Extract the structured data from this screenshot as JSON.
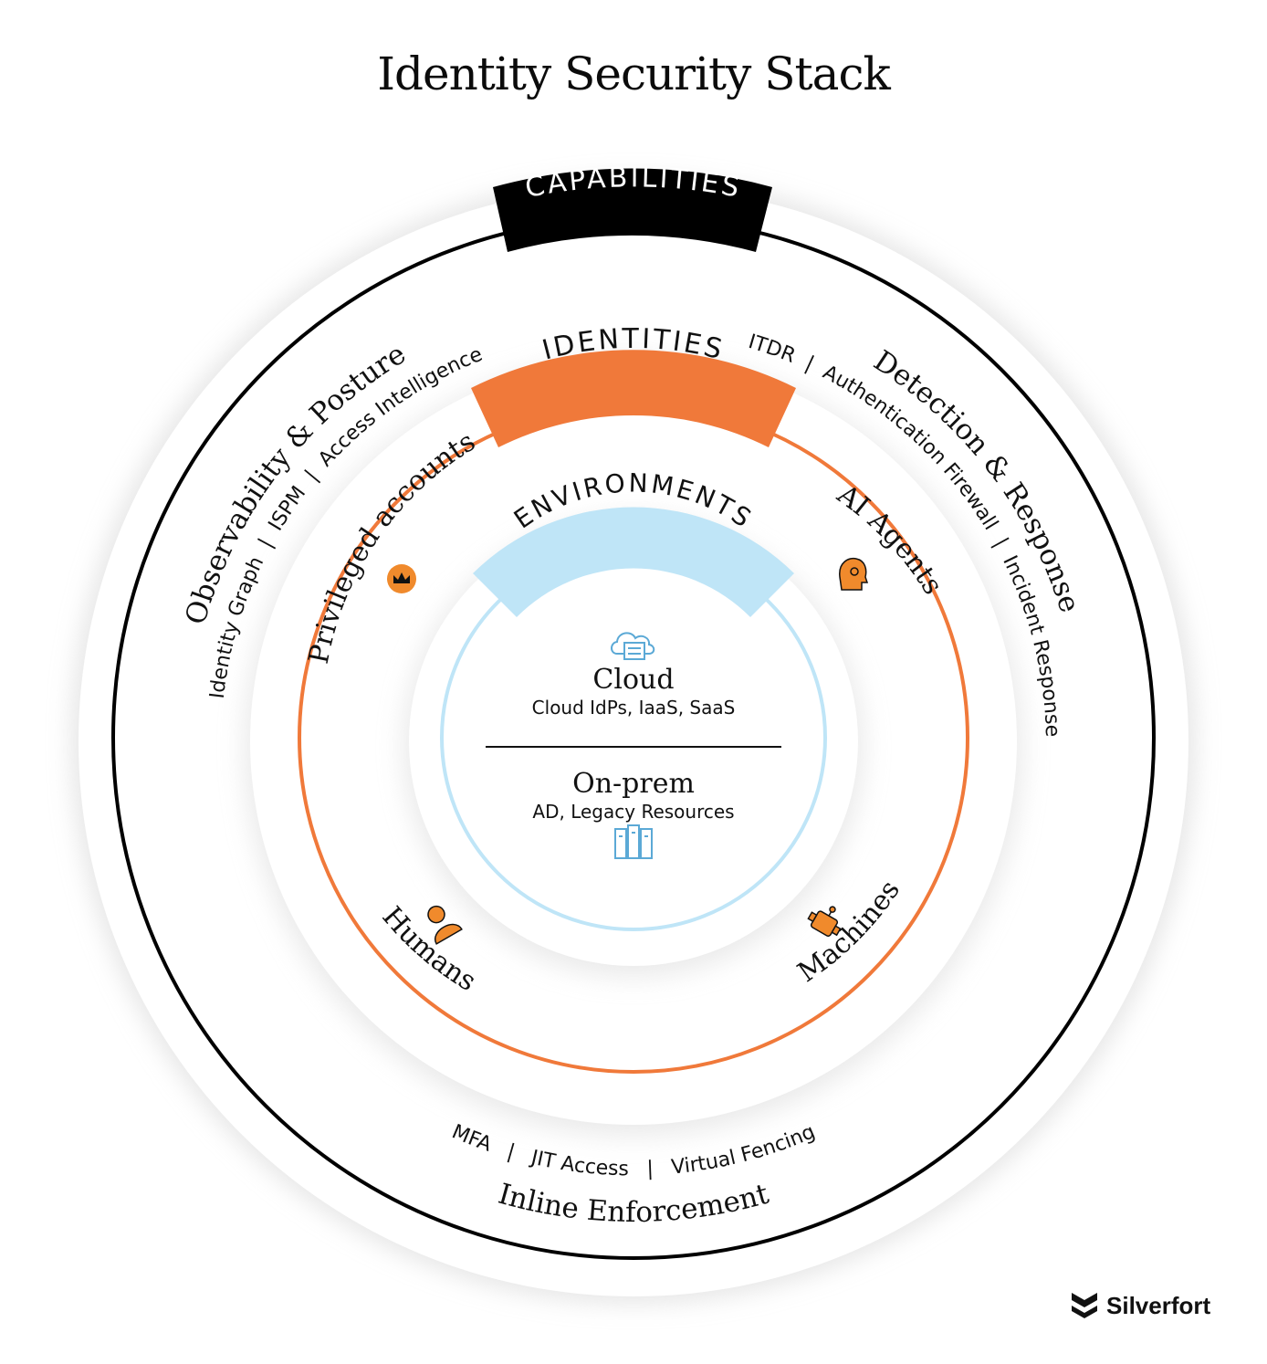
{
  "title": "Identity Security Stack",
  "colors": {
    "capabilities_ring": "#000000",
    "identities_ring": "#f0793a",
    "environments_ring": "#bfe5f7",
    "icon_orange": "#f08a2c",
    "icon_blue": "#5ba9d6"
  },
  "layers": {
    "capabilities": {
      "label": "CAPABILITIES",
      "groups": {
        "observability": {
          "title": "Observability & Posture",
          "items": [
            "Identity Graph",
            "ISPM",
            "Access Intelligence"
          ]
        },
        "detection": {
          "title": "Detection & Response",
          "items": [
            "ITDR",
            "Authentication Firewall",
            "Incident Response"
          ]
        },
        "inline": {
          "title": "Inline Enforcement",
          "items": [
            "MFA",
            "JIT Access",
            "Virtual Fencing"
          ]
        }
      },
      "separator": "|"
    },
    "identities": {
      "label": "IDENTITIES",
      "items": {
        "privileged": {
          "label": "Privileged accounts",
          "icon": "crown-icon"
        },
        "ai": {
          "label": "AI Agents",
          "icon": "ai-head-icon"
        },
        "humans": {
          "label": "Humans",
          "icon": "person-icon"
        },
        "machines": {
          "label": "Machines",
          "icon": "robot-icon"
        }
      }
    },
    "environments": {
      "label": "ENVIRONMENTS",
      "cloud": {
        "title": "Cloud",
        "subtitle": "Cloud IdPs, IaaS, SaaS",
        "icon": "cloud-server-icon"
      },
      "onprem": {
        "title": "On-prem",
        "subtitle": "AD, Legacy Resources",
        "icon": "server-rack-icon"
      }
    }
  },
  "brand": {
    "name": "Silverfort",
    "icon": "silverfort-logo-icon"
  }
}
